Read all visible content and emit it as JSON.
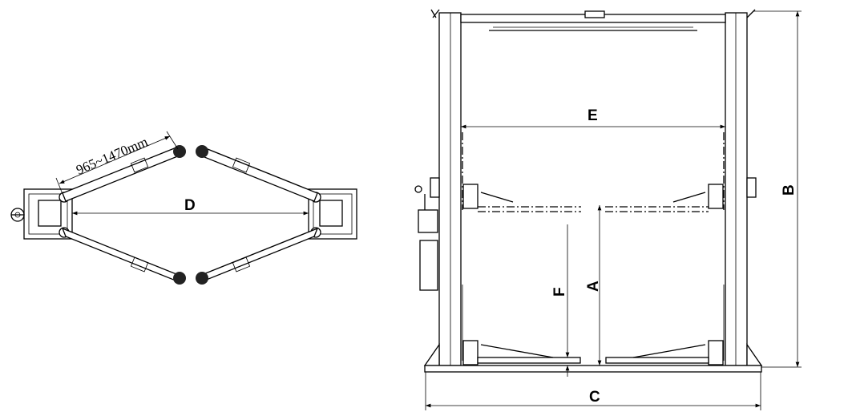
{
  "top_view": {
    "arm_range_label": "965~1470mm",
    "dimension_d": "D"
  },
  "front_view": {
    "dimension_e": "E",
    "dimension_b": "B",
    "dimension_a": "A",
    "dimension_f": "F",
    "dimension_c": "C"
  }
}
